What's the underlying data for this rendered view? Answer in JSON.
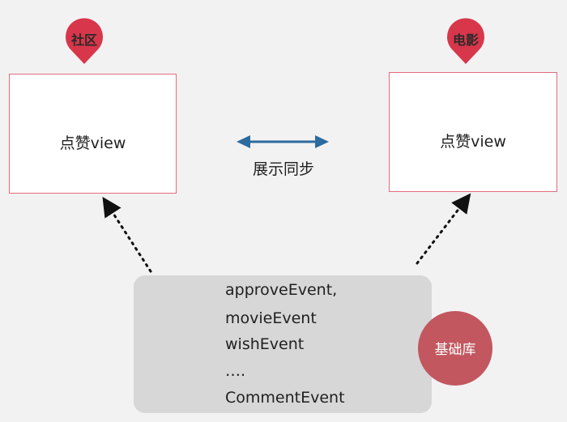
{
  "left_card": {
    "label": "点赞view",
    "pin": "社区"
  },
  "right_card": {
    "label": "点赞view",
    "pin": "电影"
  },
  "sync": {
    "label": "展示同步"
  },
  "events": {
    "items": [
      "approveEvent,",
      "movieEvent",
      "wishEvent",
      "….",
      "CommentEvent"
    ]
  },
  "base": {
    "label": "基础库"
  },
  "colors": {
    "background": "#f3f2f3",
    "pin": "#d8364a",
    "card_border": "#e56b7a",
    "sync_arrow": "#2c6b9e",
    "event_box": "#d7d7d7",
    "base_circle": "#c2575f"
  }
}
